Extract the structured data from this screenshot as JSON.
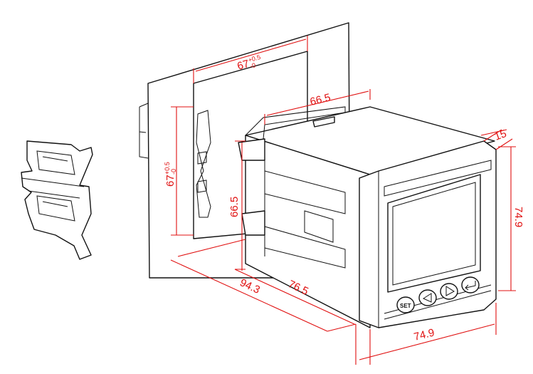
{
  "title": "Panel meter installation dimension drawing",
  "dimensions": {
    "cutout_width": {
      "value": "67",
      "tol_plus": "+0.5",
      "tol_minus": "-0"
    },
    "cutout_height": {
      "value": "67",
      "tol_plus": "+0.5",
      "tol_minus": "-0"
    },
    "body_width": "66.5",
    "body_height": "66.5",
    "bezel_depth": "15",
    "front_height": "74.9",
    "front_width": "74.9",
    "total_depth": "94.3",
    "body_depth": "76.5"
  },
  "buttons": [
    {
      "label": "SET",
      "icon": "set"
    },
    {
      "label": "",
      "icon": "left-arrow-icon"
    },
    {
      "label": "",
      "icon": "right-arrow-icon"
    },
    {
      "label": "",
      "icon": "enter-icon"
    }
  ],
  "colors": {
    "dimension": "#e01010",
    "outline": "#111111"
  }
}
